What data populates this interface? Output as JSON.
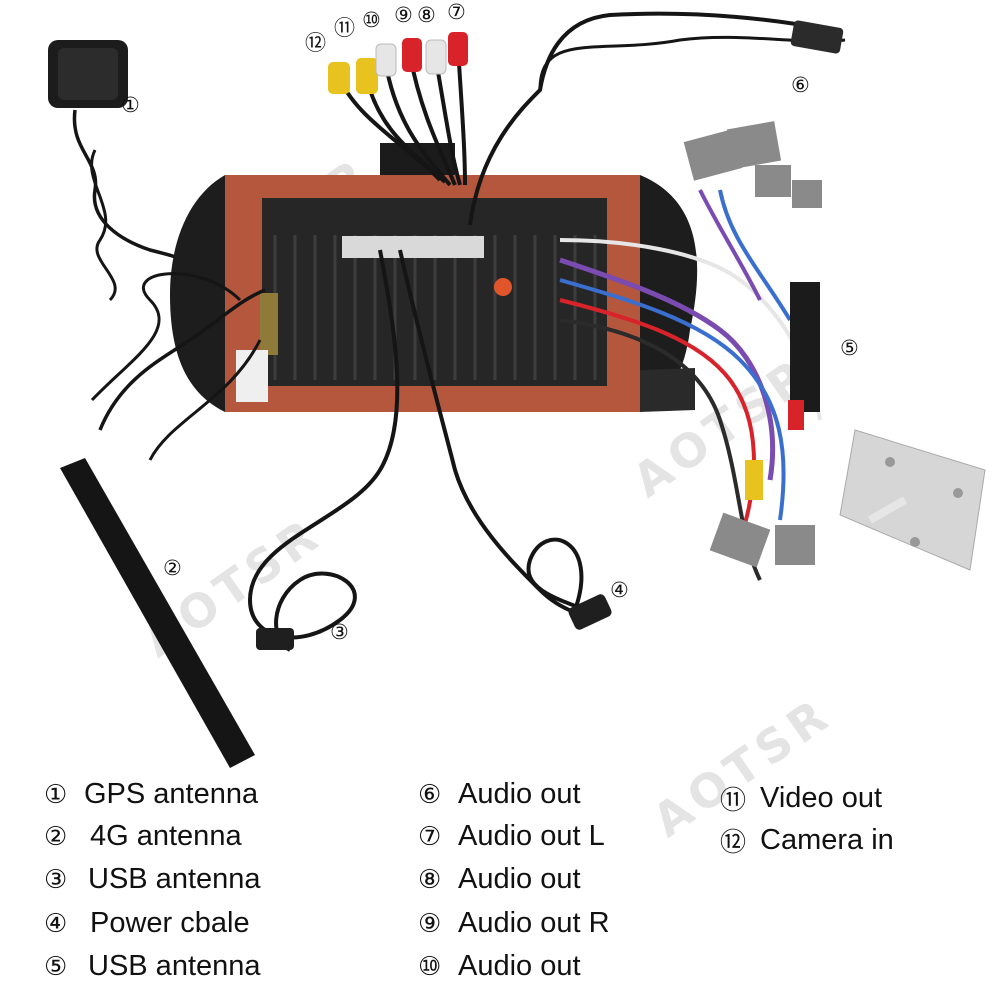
{
  "callouts": [
    "①",
    "②",
    "③",
    "④",
    "⑤",
    "⑥",
    "⑦",
    "⑧",
    "⑨",
    "⑩",
    "⑪",
    "⑫"
  ],
  "watermark": "AOTSR",
  "legend": {
    "col1": [
      {
        "mark": "①",
        "text": "GPS antenna"
      },
      {
        "mark": "②",
        "text": "4G antenna"
      },
      {
        "mark": "③",
        "text": "USB antenna"
      },
      {
        "mark": "④",
        "text": "Power cbale"
      },
      {
        "mark": "⑤",
        "text": "USB antenna"
      }
    ],
    "col2": [
      {
        "mark": "⑥",
        "text": "Audio out"
      },
      {
        "mark": "⑦",
        "text": "Audio out L"
      },
      {
        "mark": "⑧",
        "text": "Audio out"
      },
      {
        "mark": "⑨",
        "text": "Audio out R"
      },
      {
        "mark": "⑩",
        "text": "Audio out"
      }
    ],
    "col3": [
      {
        "mark": "⑪",
        "text": "Video out"
      },
      {
        "mark": "⑫",
        "text": "Camera in"
      }
    ]
  },
  "colors": {
    "unit_body": "#b5573d",
    "heatsink": "#2a2a2a",
    "cable": "#151515",
    "rca_red": "#d8232a",
    "rca_white": "#e6e6e6",
    "rca_yellow": "#e8c21e",
    "harness_grey": "#8a8a8a"
  }
}
